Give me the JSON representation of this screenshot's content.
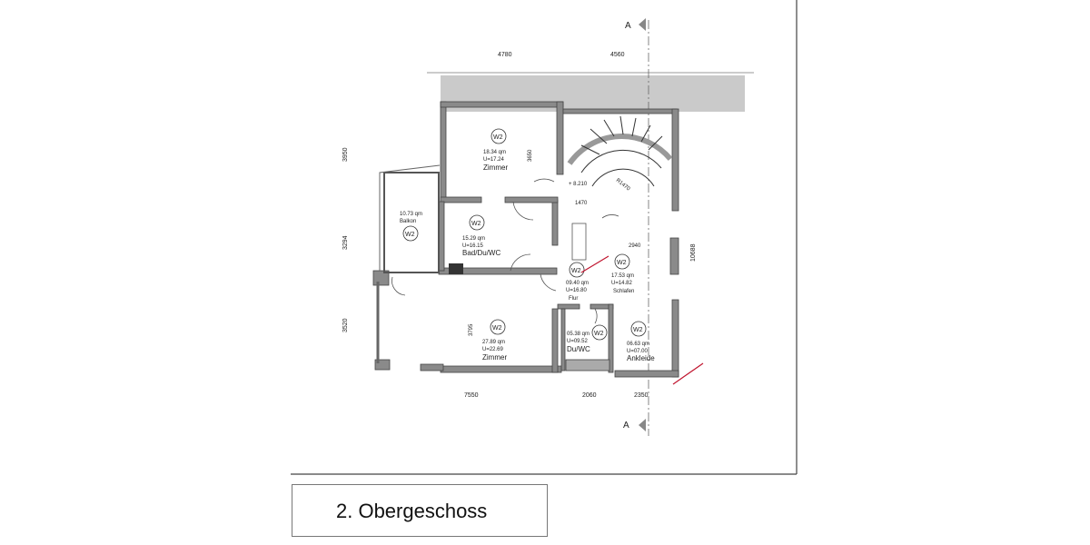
{
  "dimensions": {
    "top": [
      "4780",
      "4560"
    ],
    "left": [
      "3950",
      "3294",
      "3520"
    ],
    "right": "10688",
    "bottom": [
      "7550",
      "2060",
      "2350"
    ],
    "inner": [
      "3650",
      "1470",
      "2940",
      "3795",
      "+ 8.210",
      "R1470"
    ]
  },
  "section_marks": [
    "A",
    "A"
  ],
  "rooms": [
    {
      "wall_tag": "W2",
      "area": "18.34 qm",
      "perimeter": "U=17.24",
      "name": "Zimmer"
    },
    {
      "wall_tag": "W2",
      "area": "10.73 qm",
      "perimeter": "",
      "name": "Balkon"
    },
    {
      "wall_tag": "W2",
      "area": "15.29 qm",
      "perimeter": "U=16.15",
      "name": "Bad/Du/WC"
    },
    {
      "wall_tag": "W2",
      "area": "09.40 qm",
      "perimeter": "U=16.80",
      "name": "Flur"
    },
    {
      "wall_tag": "W2",
      "area": "17.53 qm",
      "perimeter": "U=14.82",
      "name": "Schlafen"
    },
    {
      "wall_tag": "W2",
      "area": "27.89 qm",
      "perimeter": "U=22.69",
      "name": "Zimmer"
    },
    {
      "wall_tag": "W2",
      "area": "05.38 qm",
      "perimeter": "U=09.52",
      "name": "Du/WC"
    },
    {
      "wall_tag": "W2",
      "area": "06.63 qm",
      "perimeter": "U=07.00",
      "name": "Ankleide"
    }
  ],
  "caption": "2. Obergeschoss",
  "colors": {
    "wall": "#555555",
    "wall_fill": "#8a8a8a",
    "terrace": "#c9c9c9",
    "mark": "#c0152f"
  }
}
